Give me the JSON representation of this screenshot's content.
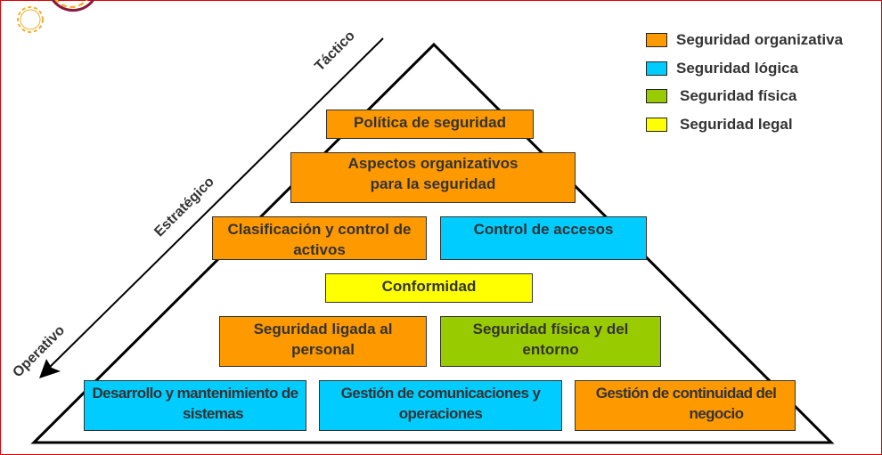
{
  "colors": {
    "organizativa": "#ff9900",
    "logica": "#00ccff",
    "fisica": "#99cc00",
    "legal": "#ffff00",
    "border": "#e00000",
    "logo_gear": "#f0b030",
    "logo_ring": "#8b1a3a"
  },
  "legend": [
    {
      "label": "Seguridad organizativa",
      "color_key": "organizativa"
    },
    {
      "label": "Seguridad lógica",
      "color_key": "logica"
    },
    {
      "label": "Seguridad física",
      "color_key": "fisica"
    },
    {
      "label": "Seguridad legal",
      "color_key": "legal"
    }
  ],
  "axis": {
    "top": "Táctico",
    "middle": "Estratégico",
    "bottom": "Operativo",
    "arrow_icon": "arrow-down-left-icon"
  },
  "pyramid": {
    "boxes": [
      {
        "id": "politica",
        "label": "Política de seguridad",
        "category": "organizativa"
      },
      {
        "id": "aspectos",
        "label": "Aspectos organizativos para la seguridad",
        "category": "organizativa"
      },
      {
        "id": "clasificacion",
        "label": "Clasificación y control de activos",
        "category": "organizativa"
      },
      {
        "id": "control-accesos",
        "label": "Control de accesos",
        "category": "logica"
      },
      {
        "id": "conformidad",
        "label": "Conformidad",
        "category": "legal"
      },
      {
        "id": "personal",
        "label": "Seguridad ligada al personal",
        "category": "organizativa"
      },
      {
        "id": "fisica-entorno",
        "label": "Seguridad física y del entorno",
        "category": "fisica"
      },
      {
        "id": "desarrollo",
        "label": "Desarrollo y mantenimiento de sistemas",
        "category": "logica"
      },
      {
        "id": "comunicaciones",
        "label": "Gestión de comunicaciones y operaciones",
        "category": "logica"
      },
      {
        "id": "continuidad",
        "label": "Gestión de continuidad del negocio",
        "category": "organizativa"
      }
    ]
  },
  "logo": {
    "icon": "gears-logo-icon"
  }
}
